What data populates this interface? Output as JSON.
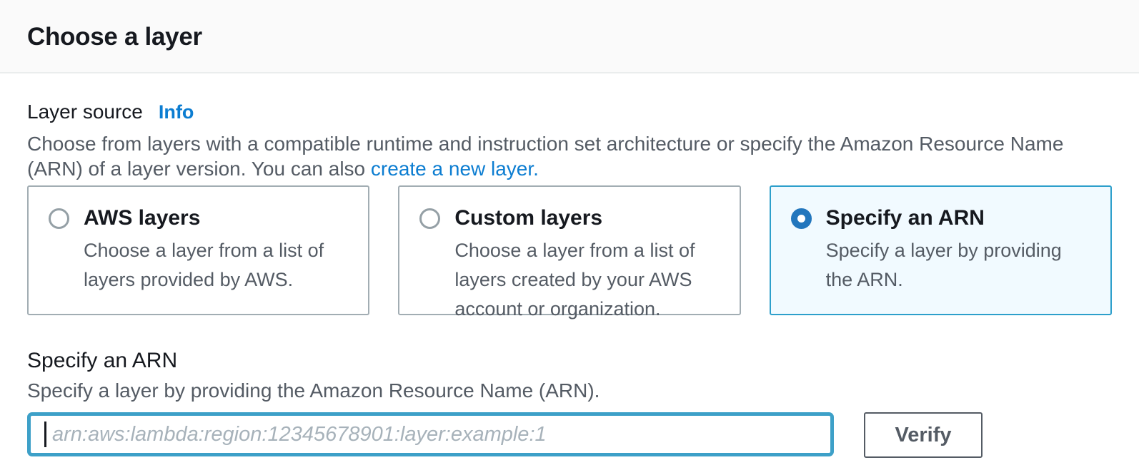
{
  "header": {
    "title": "Choose a layer"
  },
  "layer_source": {
    "label": "Layer source",
    "info_link": "Info",
    "description": "Choose from layers with a compatible runtime and instruction set architecture or specify the Amazon Resource Name (ARN) of a layer version. You can also ",
    "create_link": "create a new layer.",
    "options": [
      {
        "title": "AWS layers",
        "description": "Choose a layer from a list of layers provided by AWS.",
        "selected": false
      },
      {
        "title": "Custom layers",
        "description": "Choose a layer from a list of layers created by your AWS account or organization.",
        "selected": false
      },
      {
        "title": "Specify an ARN",
        "description": "Specify a layer by providing the ARN.",
        "selected": true
      }
    ]
  },
  "arn_section": {
    "title": "Specify an ARN",
    "description": "Specify a layer by providing the Amazon Resource Name (ARN).",
    "input_value": "",
    "input_placeholder": "arn:aws:lambda:region:12345678901:layer:example:1",
    "verify_button": "Verify"
  },
  "colors": {
    "link_blue": "#0c7dd1",
    "radio_selected_blue": "#2276bd",
    "selected_tile_border": "#2d9fcb",
    "selected_tile_background": "#f1faff",
    "focused_input_border": "#3da0c8",
    "text_dark": "#16191f",
    "text_gray": "#545b64",
    "header_background": "#fafafa"
  }
}
